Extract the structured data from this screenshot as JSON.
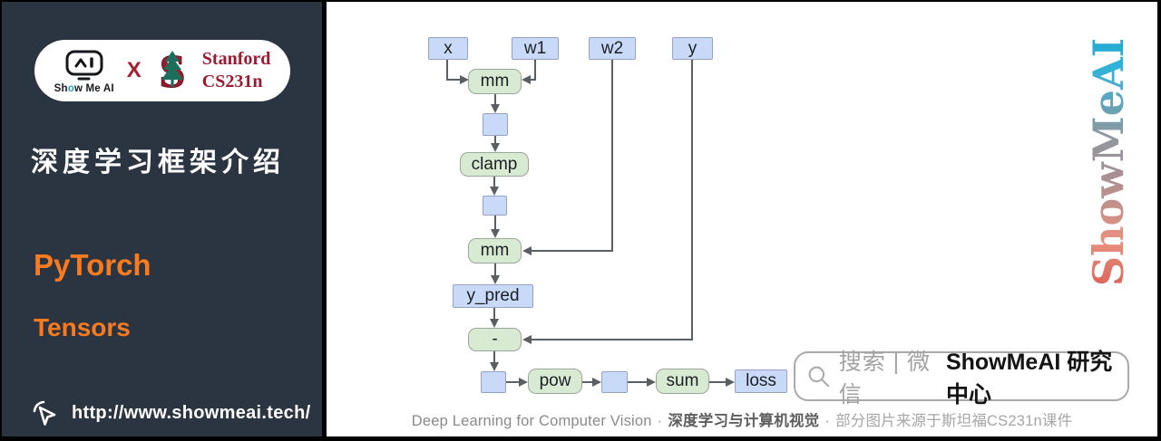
{
  "sidebar": {
    "badge": {
      "logo": {
        "pre": "Sh",
        "o": "o",
        "post": "w Me AI"
      },
      "separator": "X",
      "stanford_line1": "Stanford",
      "stanford_line2": "CS231n"
    },
    "title": "深度学习框架介绍",
    "topic": "PyTorch",
    "subtopic": "Tensors",
    "url": "http://www.showmeai.tech/"
  },
  "diagram": {
    "nodes": {
      "x": "x",
      "w1": "w1",
      "w2": "w2",
      "y": "y",
      "mm1": "mm",
      "clamp": "clamp",
      "mm2": "mm",
      "y_pred": "y_pred",
      "minus": "-",
      "pow": "pow",
      "sum": "sum",
      "loss": "loss"
    }
  },
  "watermark": "ShowMeAI",
  "search": {
    "prefix": "搜索 | 微信",
    "account": "ShowMeAI 研究中心"
  },
  "footer": {
    "en": "Deep Learning for Computer Vision",
    "dot": "·",
    "zh_bold": "深度学习与计算机视觉",
    "note": "部分图片来源于斯坦福CS231n课件"
  },
  "colors": {
    "sidebar_bg": "#2B3542",
    "accent_orange": "#F97A1F",
    "stanford_red": "#9B1C31",
    "node_blue": "#C9DAF8",
    "node_green": "#D9EAD3",
    "arrow_gray": "#5A5F63"
  }
}
